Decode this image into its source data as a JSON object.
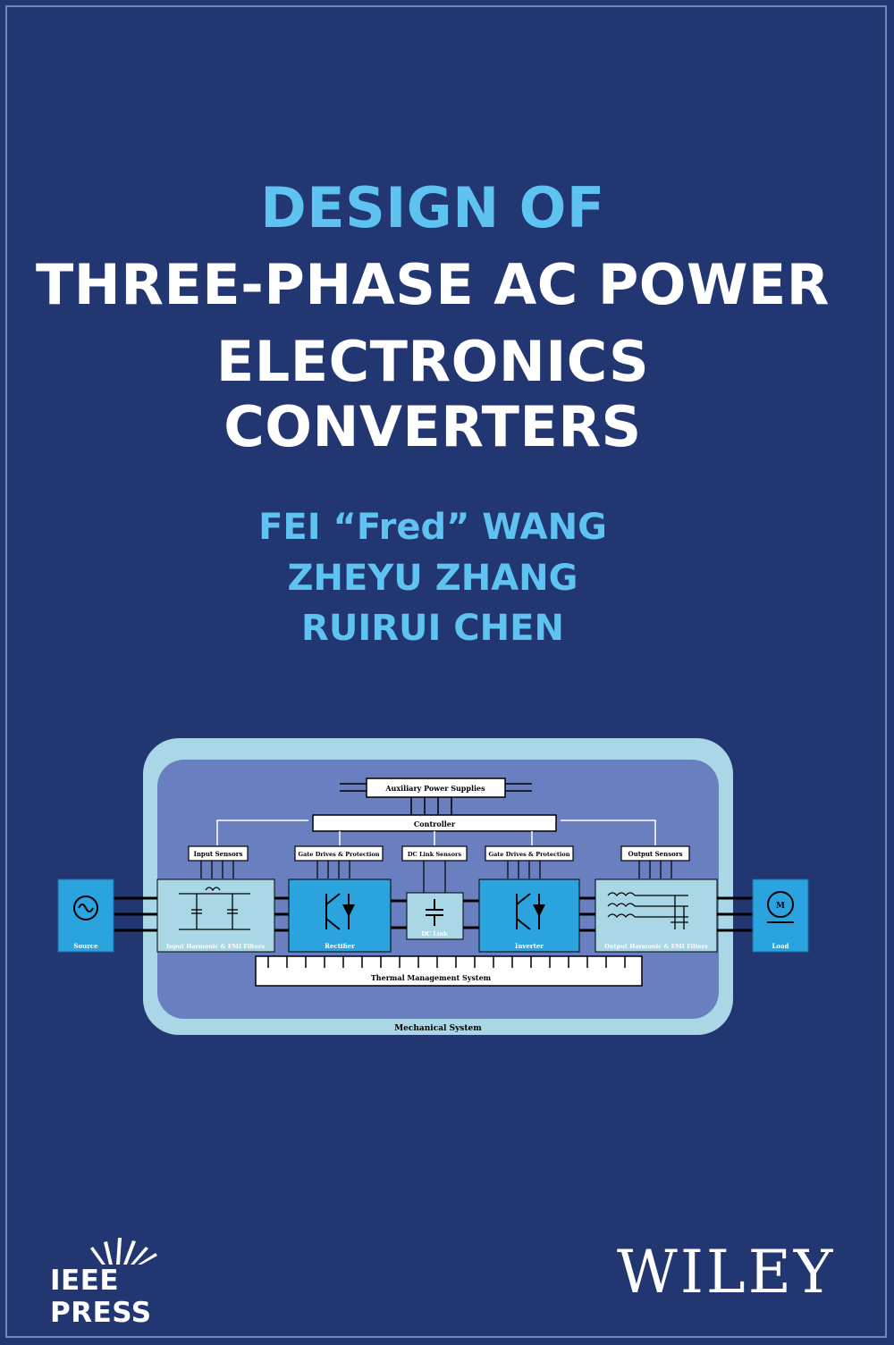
{
  "book": {
    "title_line1": "DESIGN OF",
    "title_line2": "THREE-PHASE AC POWER",
    "title_line3": "ELECTRONICS CONVERTERS",
    "authors": [
      "FEI “Fred” WANG",
      "ZHEYU ZHANG",
      "RUIRUI CHEN"
    ]
  },
  "diagram": {
    "auxiliary": "Auxiliary Power Supplies",
    "controller": "Controller",
    "input_sensors": "Input Sensors",
    "gate_drives_1": "Gate Drives & Protection",
    "dc_link_sensors": "DC Link Sensors",
    "gate_drives_2": "Gate Drives & Protection",
    "output_sensors": "Output Sensors",
    "source": "Source",
    "input_filters": "Input Harmonic & EMI Filters",
    "rectifier": "Rectifier",
    "dc_link": "DC Link",
    "inverter": "Inverter",
    "output_filters": "Output Harmonic & EMI Filters",
    "load": "Load",
    "motor_symbol": "M",
    "thermal": "Thermal Management System",
    "mechanical": "Mechanical System"
  },
  "publishers": {
    "ieee": "IEEE PRESS",
    "wiley": "WILEY"
  },
  "colors": {
    "background": "#223672",
    "title_accent": "#5ec3f0",
    "title_main": "#ffffff",
    "diagram_outer": "#a9d7e6",
    "diagram_inner": "#6a7fc0",
    "block_blue": "#2aa3df"
  }
}
